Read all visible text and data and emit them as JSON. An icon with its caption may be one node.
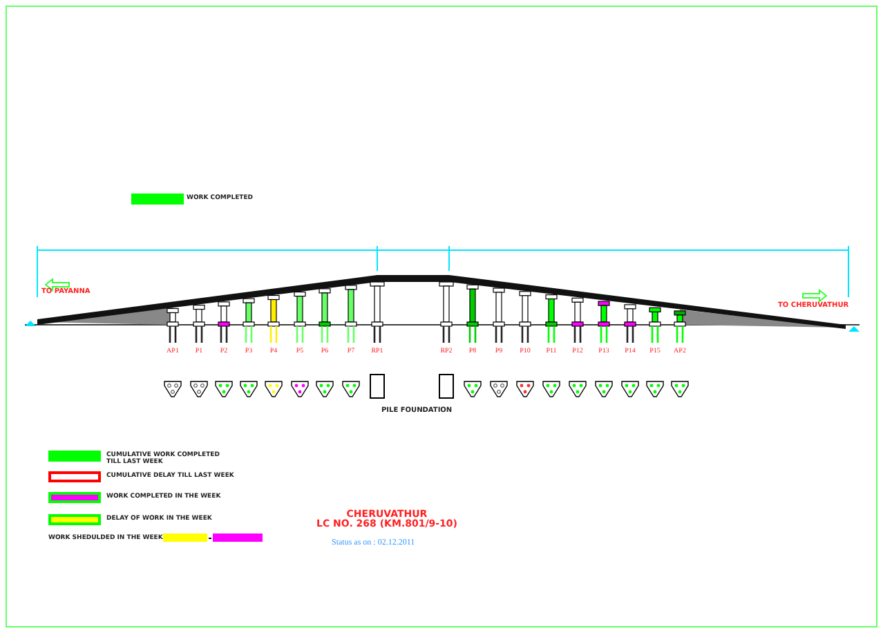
{
  "diagram": {
    "title": "CHERUVATHUR",
    "labels": [
      "TO PAYANNA",
      "TO CHERUVATHUR",
      "AP1",
      "P1",
      "P2",
      "P3",
      "P4",
      "P5",
      "P6",
      "P7",
      "RP1",
      "RP2",
      "P8",
      "P9",
      "P10",
      "P11",
      "P12",
      "P13",
      "P14",
      "P15",
      "AP2",
      "PILE FOUNDATION",
      "LC NO. 268 (KM.801/9-10)",
      "Status as on : 02.12.2011"
    ],
    "legend": [
      {
        "text": "WORK COMPLETED",
        "color": "#00ff00"
      },
      {
        "text": "CUMULATIVE WORK COMPLETED TILL LAST WEEK",
        "color": "#00ff00"
      },
      {
        "text": "CUMULATIVE DELAY TILL LAST WEEK"
      },
      {
        "text": "WORK COMPLETED IN THE WEEK",
        "color": "#ff00ff"
      },
      {
        "text": "DELAY OF WORK IN THE WEEK",
        "color": "#ffff00"
      },
      {
        "text": "WORK SHEDULDED IN THE WEEK"
      }
    ]
  }
}
